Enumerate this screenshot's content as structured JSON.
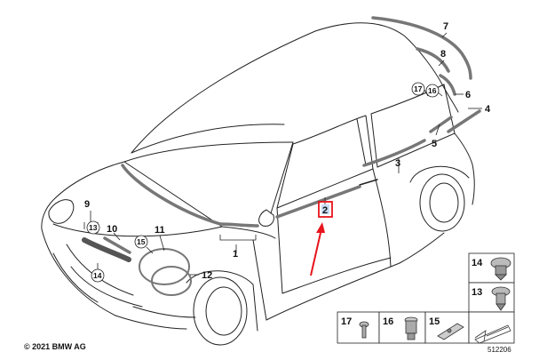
{
  "callouts": {
    "c1": "1",
    "c2": "2",
    "c3": "3",
    "c4": "4",
    "c5": "5",
    "c6": "6",
    "c7": "7",
    "c8": "8",
    "c9": "9",
    "c10": "10",
    "c11": "11",
    "c12": "12",
    "c13": "13",
    "c14": "14",
    "c15": "15",
    "c16": "16",
    "c17": "17"
  },
  "legend": {
    "p14": "14",
    "p13": "13",
    "p17": "17",
    "p16": "16",
    "p15": "15"
  },
  "copyright": "© 2021 BMW AG",
  "diagram_id": "512206",
  "colors": {
    "highlight": "#e8141c",
    "arrow": "#e8141c",
    "outline": "#222222",
    "trim": "#777777"
  }
}
